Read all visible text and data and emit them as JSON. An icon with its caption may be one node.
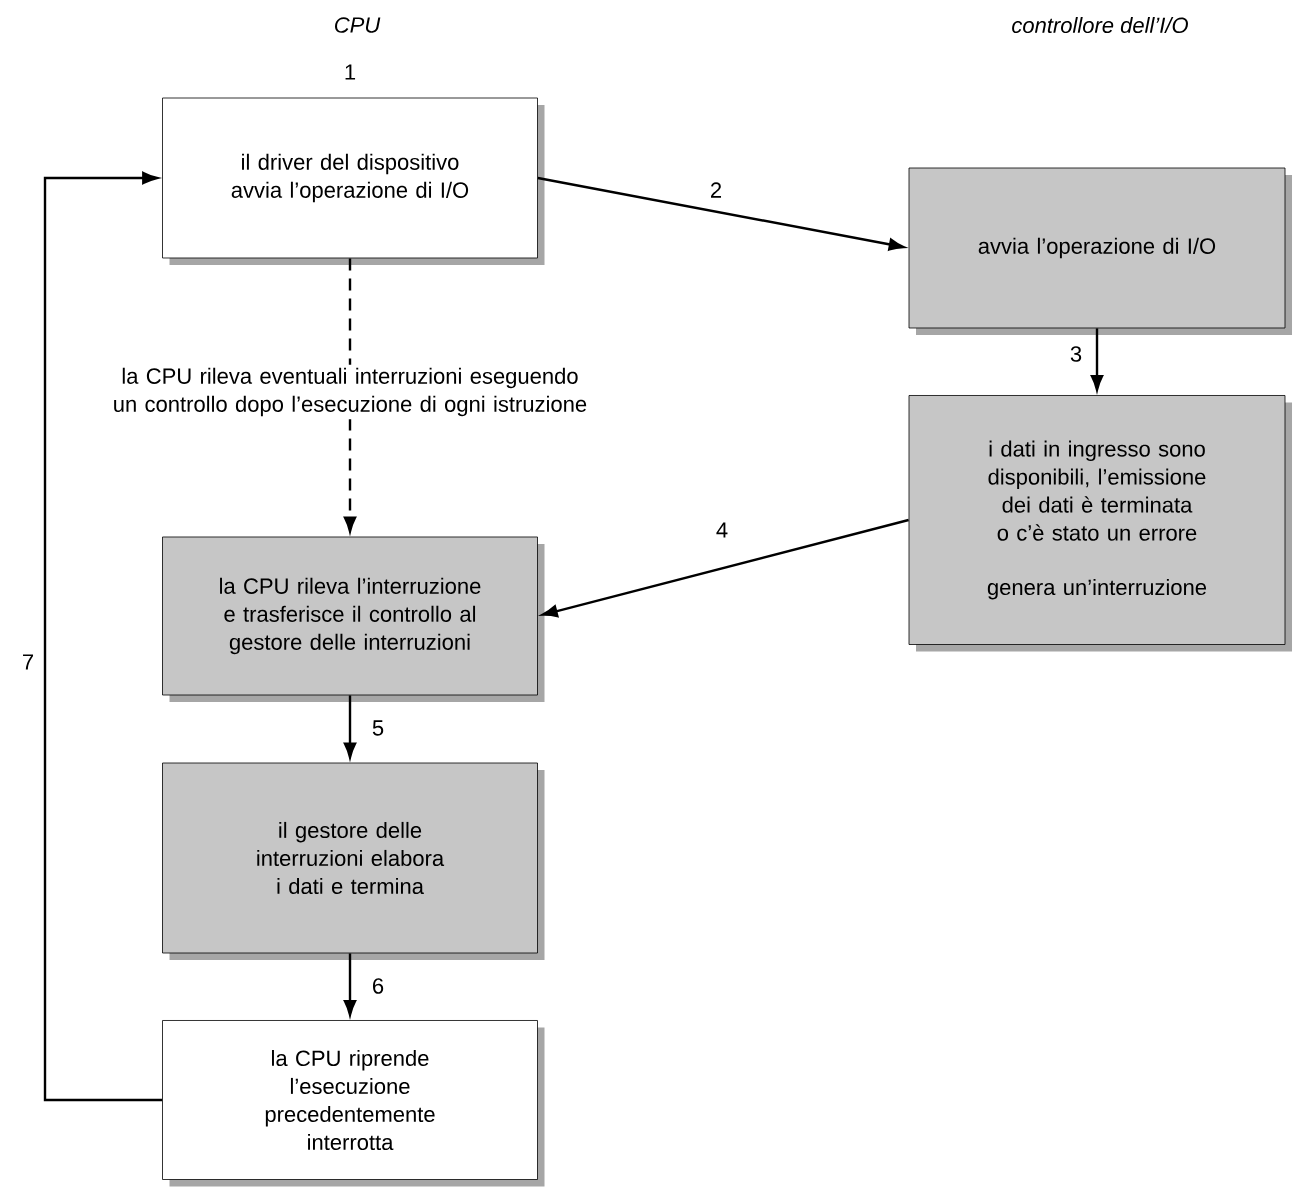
{
  "diagram": {
    "nodes": [
      {
        "text": [
          "il driver del dispositivo avvia l’operazione di I/O"
        ],
        "beside": [
          "1"
        ]
      },
      {
        "text": [
          "avvia l’operazione di I/O"
        ]
      },
      {
        "text": [
          "i dati in ingresso sono disponibili, l’emissione dei dati è terminata o c’è stato un errore",
          "genera un’interruzione"
        ]
      },
      {
        "text": [
          "la CPU rileva l’interruzione e trasferisce il controllo al gestore delle interruzioni"
        ]
      },
      {
        "text": [
          "il gestore delle interruzioni elabora i dati e termina"
        ]
      },
      {
        "text": [
          "la CPU riprende l’esecuzione precedentemente interrotta"
        ]
      }
    ],
    "edges": [
      {
        "from": 0,
        "to": 1,
        "arrow": "to",
        "label": "2"
      },
      {
        "from": 1,
        "to": 2,
        "arrow": "to",
        "label": "3"
      },
      {
        "from": 2,
        "to": 3,
        "arrow": "to",
        "label": "4"
      },
      {
        "from": 0,
        "to": 3,
        "arrow": "to",
        "style": "dashed",
        "label": "la CPU rileva eventuali interruzioni eseguendo un controllo dopo l’esecuzione di ogni istruzione"
      },
      {
        "from": 3,
        "to": 4,
        "arrow": "to",
        "label": "5"
      },
      {
        "from": 4,
        "to": 5,
        "arrow": "to",
        "label": "6"
      },
      {
        "from": 5,
        "to": 0,
        "arrow": "to",
        "label": "7"
      }
    ],
    "labels": [
      "CPU",
      "controllore dell’I/O"
    ]
  }
}
